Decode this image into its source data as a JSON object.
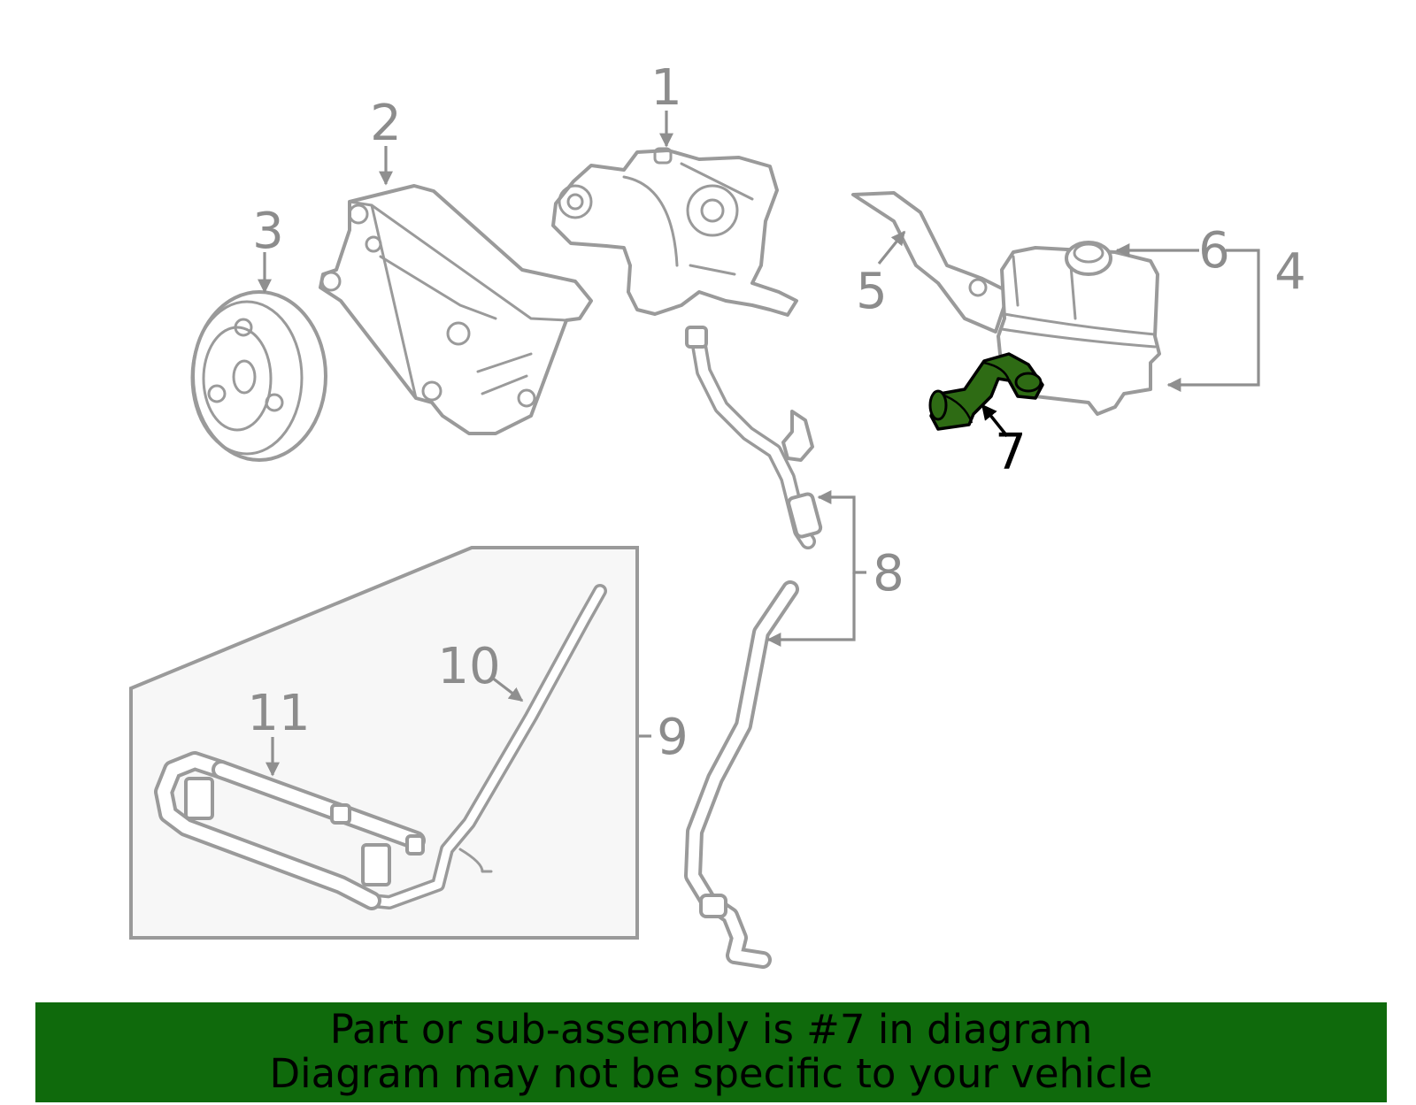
{
  "callouts": {
    "c1": "1",
    "c2": "2",
    "c3": "3",
    "c4": "4",
    "c5": "5",
    "c6": "6",
    "c7": "7",
    "c8": "8",
    "c9": "9",
    "c10": "10",
    "c11": "11"
  },
  "highlight": {
    "part": "7",
    "color": "#2e6b14"
  },
  "banner": {
    "line1": "Part or sub-assembly is #7 in diagram",
    "line2": "Diagram may not be specific to your vehicle",
    "background": "#0f6a0c"
  }
}
